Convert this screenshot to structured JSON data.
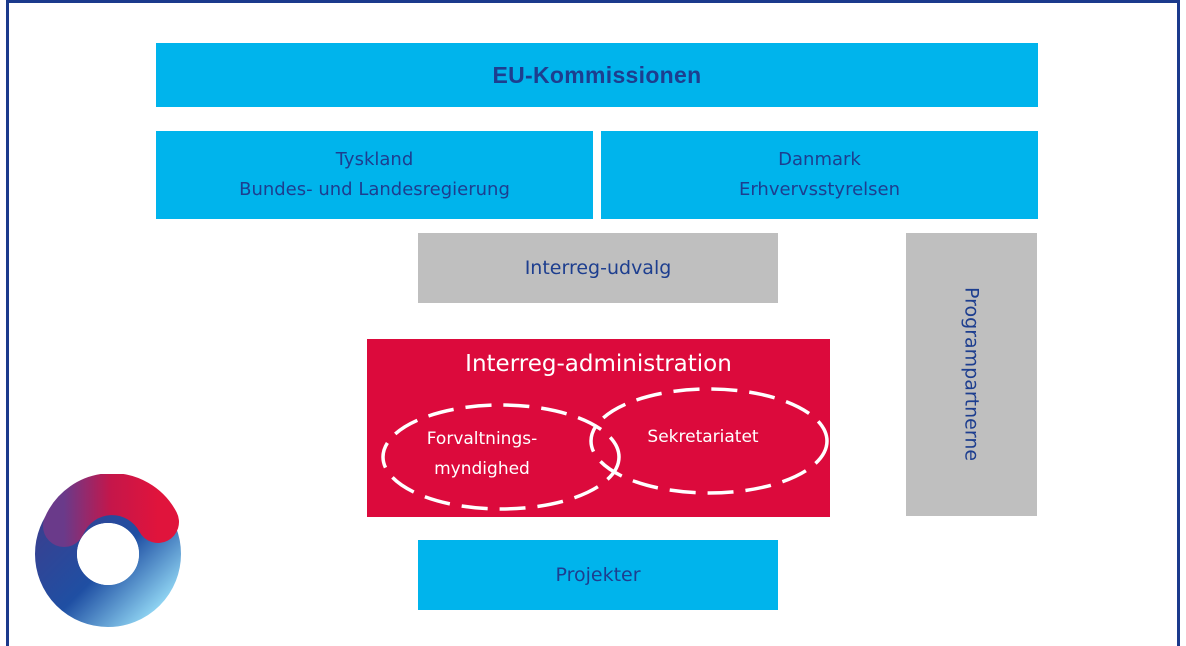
{
  "diagram": {
    "top": "EU-Kommissionen",
    "germany": {
      "line1": "Tyskland",
      "line2": "Bundes- und Landesregierung"
    },
    "denmark": {
      "line1": "Danmark",
      "line2": "Erhvervsstyrelsen"
    },
    "committee": "Interreg-udvalg",
    "partners": "Programpartnerne",
    "administration": {
      "title": "Interreg-administration",
      "authority_line1": "Forvaltnings-",
      "authority_line2": "myndighed",
      "secretariat": "Sekretariatet"
    },
    "projects": "Projekter"
  },
  "colors": {
    "frame": "#1b3a8c",
    "blue_box": "#00b4ec",
    "gray_box": "#bfbfbf",
    "red_box": "#dc0a3c",
    "dark_text": "#1d3e8f"
  }
}
